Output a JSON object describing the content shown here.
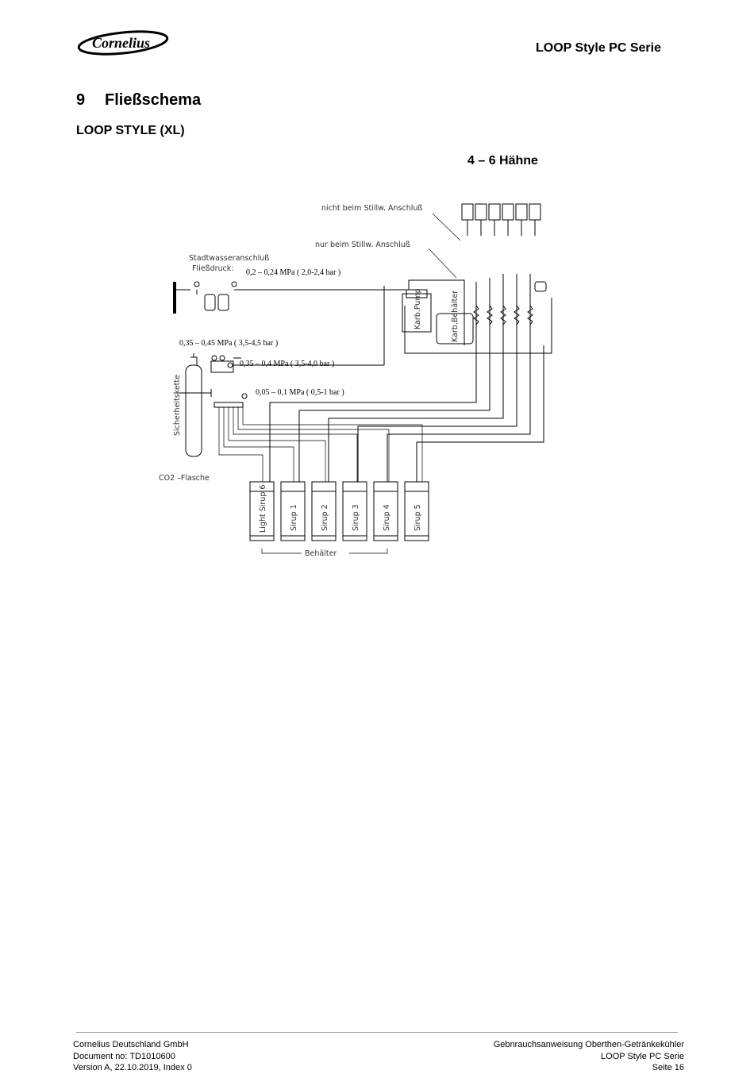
{
  "header": {
    "logo_text": "Cornelius",
    "title": "LOOP Style PC Serie"
  },
  "section": {
    "number": "9",
    "title": "Fließschema",
    "subtitle": "LOOP STYLE (XL)",
    "taps_label": "4 – 6 Hähne"
  },
  "diagram": {
    "labels": {
      "not_still": "nicht beim Stillw. Anschluß",
      "only_still": "nur beim Stillw. Anschluß",
      "city_water": "Stadtwasseranschluß",
      "flow_pressure": "Fließdruck:",
      "pressure_water": "0,2 – 0,24 MPa ( 2,0-2,4 bar )",
      "pressure_co2_main": "0,35 – 0,45 MPa ( 3,5-4,5 bar )",
      "pressure_co2_carb": "0,35 – 0,4 MPa ( 3,5-4,0 bar )",
      "pressure_syrup": "0,05 – 0,1 MPa ( 0,5-1 bar )",
      "safety_chain": "Sicherheitskette",
      "co2_bottle": "CO2 –Flasche",
      "carb_pump": "Karb.Pump",
      "carb_tank": "Karb.Behälter",
      "containers": "Behälter"
    },
    "containers": [
      "Light Sirup 6",
      "Sirup 1",
      "Sirup 2",
      "Sirup 3",
      "Sirup 4",
      "Sirup 5"
    ]
  },
  "footer": {
    "company": "Cornelius Deutschland GmbH",
    "document": "Document no: TD1010600",
    "version": "Version A, 22.10.2019, Index 0",
    "manual": "Gebnrauchsanweisung Oberthen-Getränkekühler",
    "series": "LOOP Style PC Serie",
    "page": "Seite 16"
  }
}
